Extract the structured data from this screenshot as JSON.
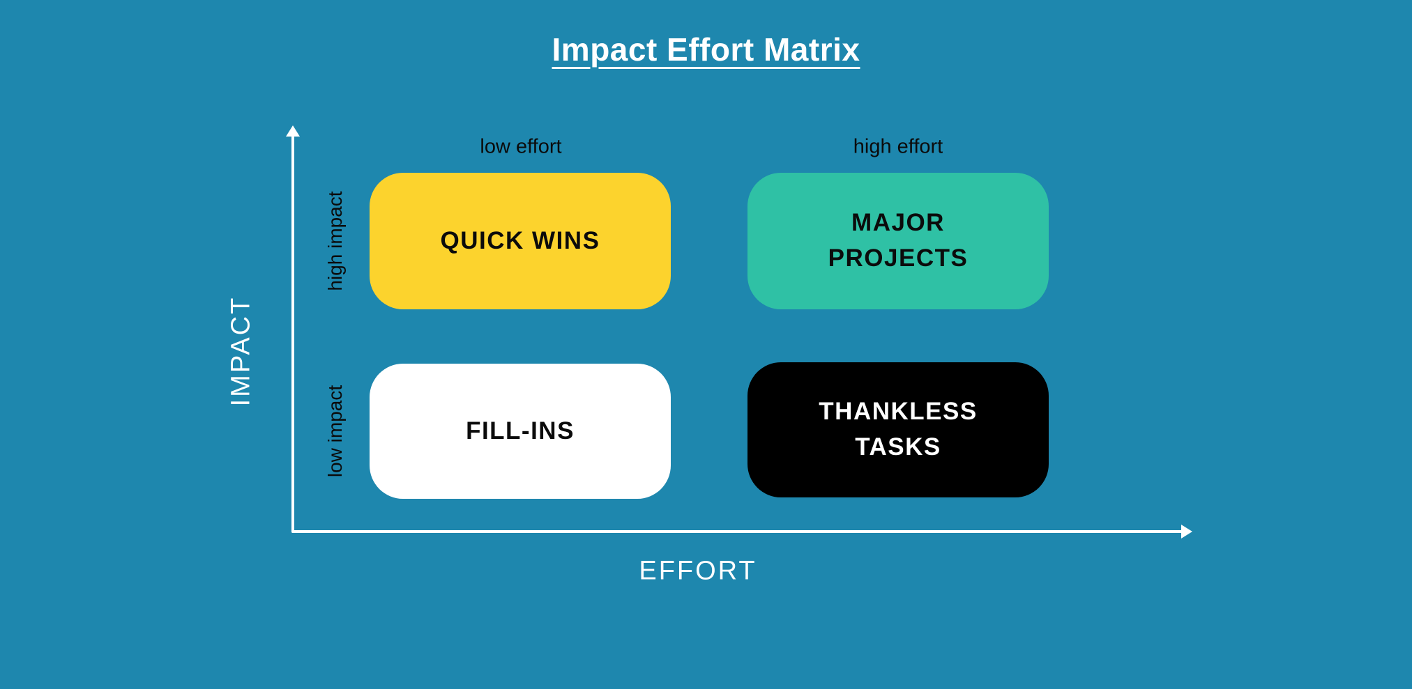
{
  "title": "Impact Effort Matrix",
  "colors": {
    "background": "#1E87AE",
    "axis": "#FFFFFF",
    "quick_wins_bg": "#FCD32D",
    "major_projects_bg": "#2FC1A5",
    "fill_ins_bg": "#FFFFFF",
    "thankless_tasks_bg": "#000000"
  },
  "axes": {
    "x_label": "EFFORT",
    "y_label": "IMPACT",
    "column_labels": {
      "low": "low effort",
      "high": "high effort"
    },
    "row_labels": {
      "high": "high impact",
      "low": "low impact"
    }
  },
  "quadrants": [
    {
      "position": "top-left",
      "label": "QUICK WINS",
      "bg": "#FCD32D",
      "text_color": "#0B0B0B"
    },
    {
      "position": "top-right",
      "label": "MAJOR PROJECTS",
      "bg": "#2FC1A5",
      "text_color": "#0B0B0B"
    },
    {
      "position": "bottom-left",
      "label": "FILL-INS",
      "bg": "#FFFFFF",
      "text_color": "#0B0B0B"
    },
    {
      "position": "bottom-right",
      "label": "THANKLESS TASKS",
      "bg": "#000000",
      "text_color": "#FFFFFF"
    }
  ]
}
